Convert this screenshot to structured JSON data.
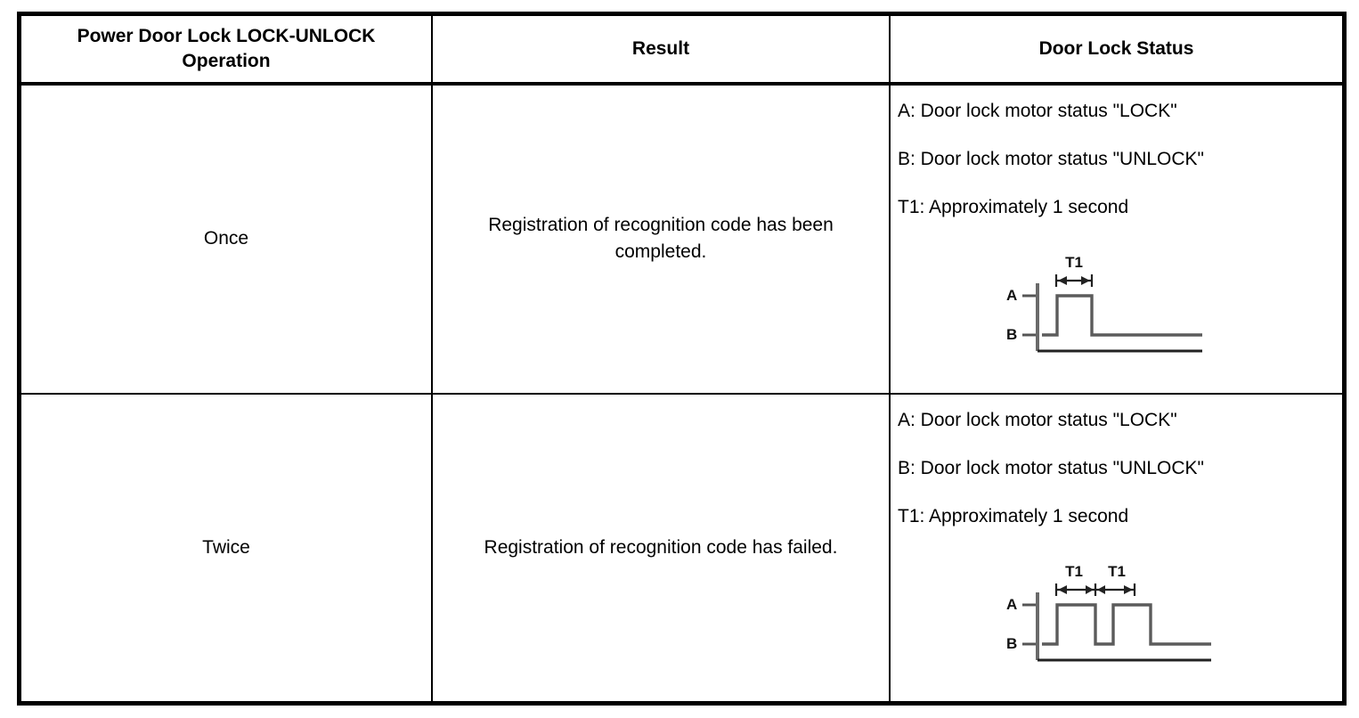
{
  "table": {
    "headers": [
      "Power Door Lock LOCK-UNLOCK Operation",
      "Result",
      "Door Lock Status"
    ],
    "rows": [
      {
        "operation": "Once",
        "result": "Registration of recognition code has been completed.",
        "status_lines": [
          "A: Door lock motor status \"LOCK\"",
          "B: Door lock motor status \"UNLOCK\"",
          "T1: Approximately 1 second"
        ],
        "diagram": {
          "type": "timing-waveform",
          "axis_labels": [
            "A",
            "B"
          ],
          "interval_labels": [
            "T1"
          ],
          "pulse_count": 1,
          "levels": [
            "B",
            "A",
            "B"
          ],
          "description": "Single LOCK pulse of duration T1"
        }
      },
      {
        "operation": "Twice",
        "result": "Registration of recognition code has failed.",
        "status_lines": [
          "A: Door lock motor status \"LOCK\"",
          "B: Door lock motor status \"UNLOCK\"",
          "T1: Approximately 1 second"
        ],
        "diagram": {
          "type": "timing-waveform",
          "axis_labels": [
            "A",
            "B"
          ],
          "interval_labels": [
            "T1",
            "T1"
          ],
          "pulse_count": 2,
          "levels": [
            "B",
            "A",
            "B",
            "A",
            "B"
          ],
          "description": "Two LOCK pulses each of duration T1"
        }
      }
    ]
  },
  "colors": {
    "border": "#000000",
    "text": "#000000",
    "waveform": "#555555",
    "background": "#ffffff"
  }
}
